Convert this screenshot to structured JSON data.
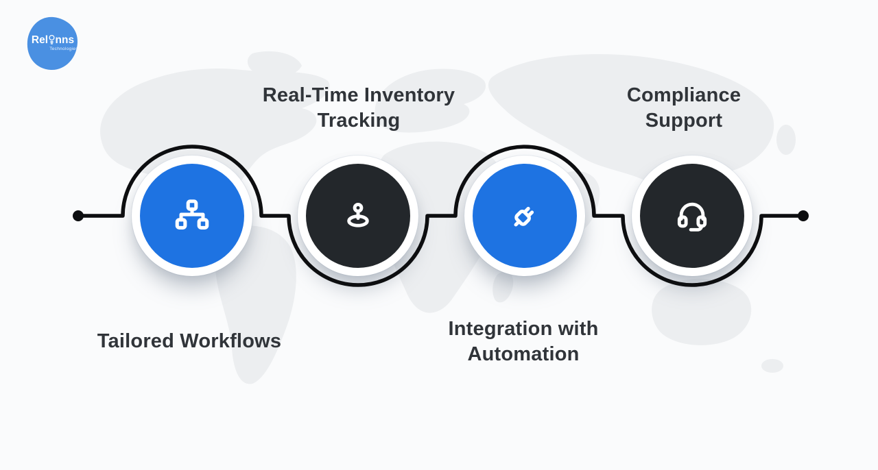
{
  "colors": {
    "background": "#fafbfc",
    "map": "#eceef0",
    "line": "#0d0e10",
    "text": "#303439",
    "accent_blue": "#1e73e2",
    "dark_circle": "#23272b",
    "logo_blue": "#4a90e2",
    "icon_white": "#ffffff"
  },
  "logo": {
    "name_prefix": "Rel",
    "name_suffix": "nns",
    "subtitle": "Technologies"
  },
  "steps": [
    {
      "label": "Tailored Workflows",
      "lines": [
        "Tailored Workflows"
      ],
      "label_position": "below",
      "circle_color": "#1e73e2",
      "icon": "sitemap-icon"
    },
    {
      "label": "Real-Time Inventory Tracking",
      "lines": [
        "Real-Time Inventory",
        "Tracking"
      ],
      "label_position": "above",
      "circle_color": "#23272b",
      "icon": "location-pin-icon"
    },
    {
      "label": "Integration with Automation",
      "lines": [
        "Integration with",
        "Automation"
      ],
      "label_position": "below",
      "circle_color": "#1e73e2",
      "icon": "plug-icon"
    },
    {
      "label": "Compliance Support",
      "lines": [
        "Compliance",
        "Support"
      ],
      "label_position": "above",
      "circle_color": "#23272b",
      "icon": "headset-icon"
    }
  ]
}
